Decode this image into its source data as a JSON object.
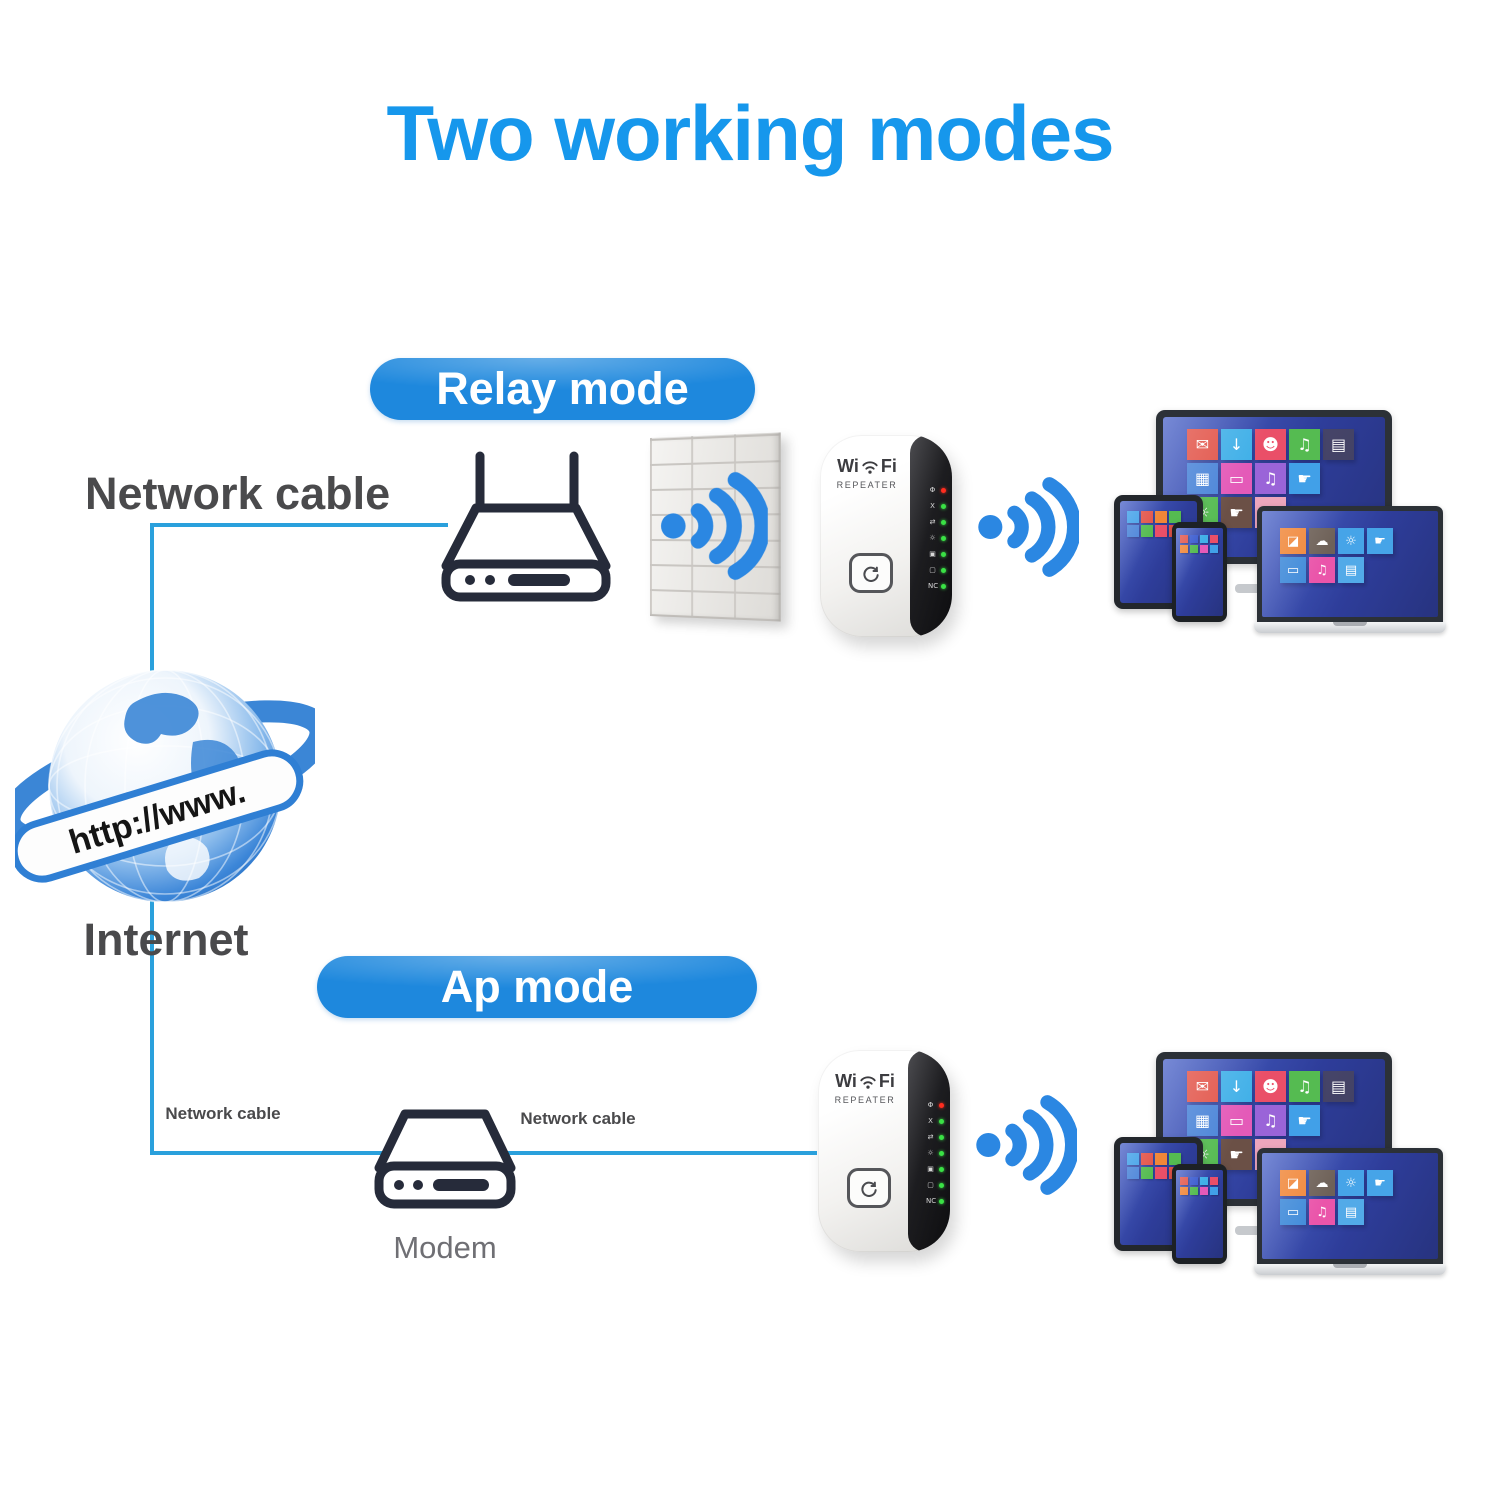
{
  "title": "Two working modes",
  "modes": {
    "relay": "Relay mode",
    "ap": "Ap mode"
  },
  "labels": {
    "network_cable": "Network cable",
    "network_cable_small_left": "Network cable",
    "network_cable_small_right": "Network cable",
    "internet": "Internet",
    "modem": "Modem",
    "globe_banner": "http://www."
  },
  "repeater": {
    "brand_left": "Wi",
    "brand_right": "Fi",
    "subtitle": "REPEATER",
    "leds": [
      {
        "icon": "Φ",
        "color": "#ff2d1f"
      },
      {
        "icon": "Χ",
        "color": "#3ae145"
      },
      {
        "icon": "⇄",
        "color": "#3ae145"
      },
      {
        "icon": "☼",
        "color": "#3ae145"
      },
      {
        "icon": "▣",
        "color": "#3ae145"
      },
      {
        "icon": "▢",
        "color": "#3ae145"
      },
      {
        "icon": "NC",
        "color": "#3ae145"
      }
    ]
  },
  "colors": {
    "title-blue": "#1697ec",
    "pill-blue": "#1e88dd",
    "line-blue": "#2aa0dc",
    "wifi-blue": "#2b87e2",
    "text-dark": "#4a4a4c",
    "text-gray": "#6f6f74",
    "outline-dark": "#262b3a",
    "screen-blue": "#2e3d9a",
    "globe-blue": "#2f7fd4"
  },
  "device_screens": {
    "monitor_rows": [
      [
        {
          "c": "#e25449",
          "g": "✉"
        },
        {
          "c": "#41b0e8",
          "g": "↓"
        },
        {
          "c": "#ea4f68",
          "g": "☻"
        },
        {
          "c": "#55bb51",
          "g": "♫"
        },
        {
          "c": "rgba(90,74,66,0.55)",
          "g": "▤"
        }
      ],
      [
        {
          "c": "#4a84d8",
          "g": "▦"
        },
        {
          "c": "#e45ab8",
          "g": "▭"
        },
        {
          "c": "#9a64d8",
          "g": "♫"
        },
        {
          "c": "#41a0e8",
          "g": "☛"
        }
      ],
      [
        {
          "c": "#55bb51",
          "g": "☼"
        },
        {
          "c": "#6b5046",
          "g": "☛"
        },
        {
          "c": "#eda6bd",
          "g": "↻"
        }
      ]
    ],
    "laptop_rows": [
      [
        {
          "c": "#f08638",
          "g": "◪"
        },
        {
          "c": "#6e6158",
          "g": "☁"
        },
        {
          "c": "#46a4e8",
          "g": "☼"
        },
        {
          "c": "#46a4e8",
          "g": "☛"
        }
      ],
      [
        {
          "c": "#3f8ad9",
          "g": "▭"
        },
        {
          "c": "#ea55aa",
          "g": "♫"
        },
        {
          "c": "#52aae8",
          "g": "▤"
        }
      ]
    ],
    "tablet_rows": [
      [
        {
          "c": "#41a0e8"
        },
        {
          "c": "#e25449"
        },
        {
          "c": "#f08638"
        },
        {
          "c": "#55bb51"
        }
      ],
      [
        {
          "c": "#4a84d8"
        },
        {
          "c": "#55bb51"
        },
        {
          "c": "#ea4f68"
        },
        {
          "c": "#e25449"
        }
      ]
    ],
    "phone_rows": [
      [
        {
          "c": "#e25449"
        },
        {
          "c": "#3a5bd0"
        },
        {
          "c": "#41b0e8"
        },
        {
          "c": "#ea4f68"
        }
      ],
      [
        {
          "c": "#f08638"
        },
        {
          "c": "#55bb51"
        },
        {
          "c": "#e45ab8"
        },
        {
          "c": "#41a0e8"
        }
      ]
    ]
  }
}
